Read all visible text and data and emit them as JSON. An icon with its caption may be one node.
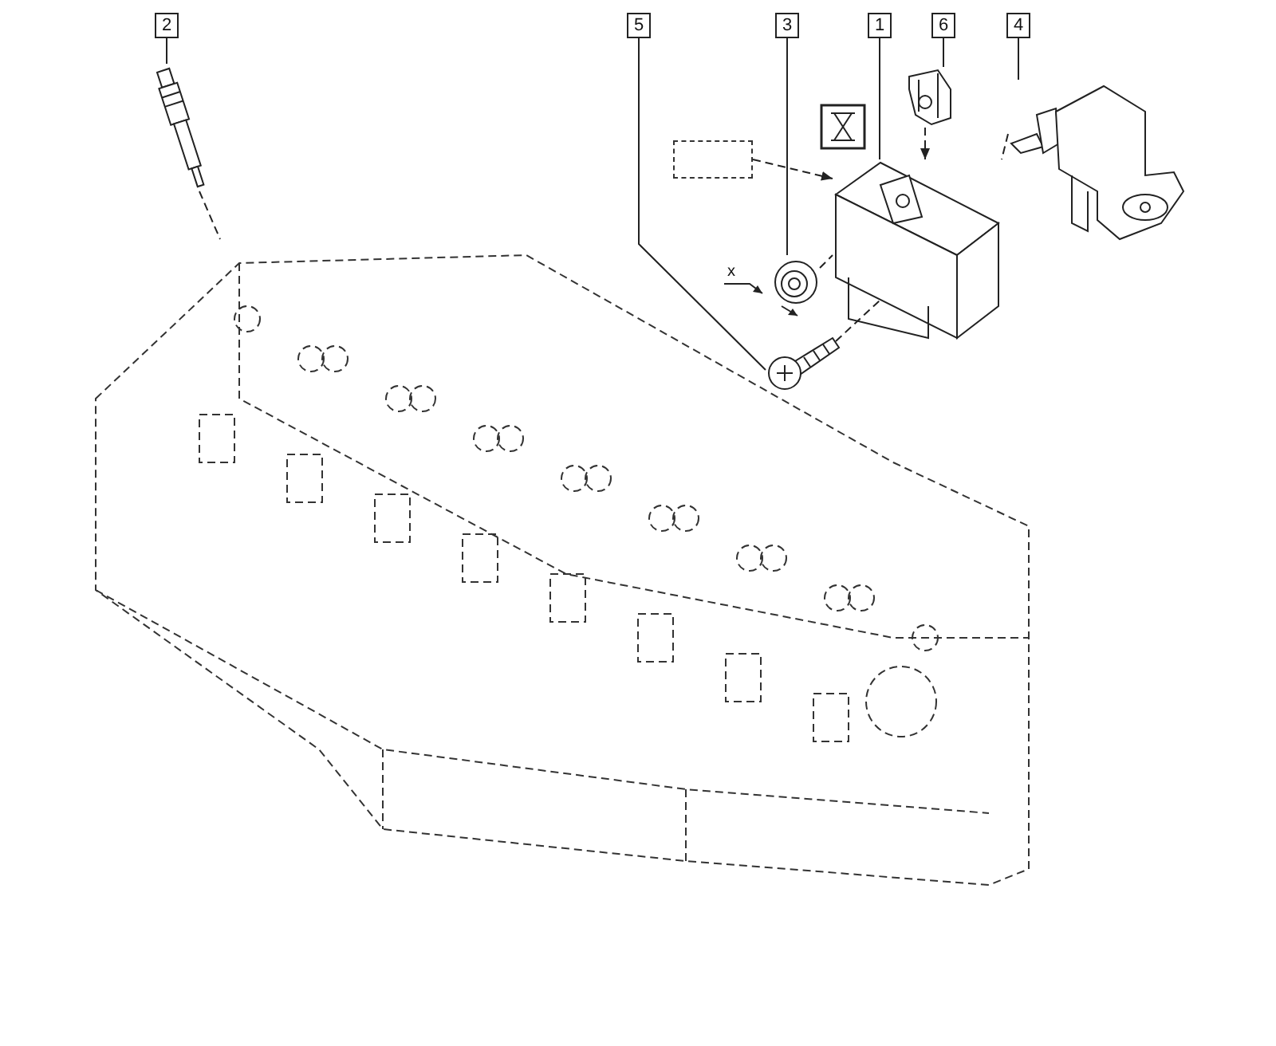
{
  "diagram": {
    "nodes": [
      {
        "text": [
          "2"
        ]
      },
      {
        "text": [
          "5"
        ]
      },
      {
        "text": [
          "3"
        ]
      },
      {
        "text": [
          "1"
        ]
      },
      {
        "text": [
          "6"
        ]
      },
      {
        "text": [
          "4"
        ]
      },
      {
        "text": [],
        "shape": "picture"
      },
      {
        "text": [],
        "shape": "picture"
      },
      {
        "text": [],
        "shape": "picture"
      },
      {
        "text": [],
        "shape": "picture"
      },
      {
        "text": [],
        "shape": "picture"
      },
      {
        "text": [],
        "shape": "picture"
      },
      {
        "text": [],
        "shape": "box"
      },
      {
        "text": [],
        "shape": "picture"
      }
    ],
    "edges": [
      {
        "from": 0,
        "to": 6,
        "arrow": "none"
      },
      {
        "from": 1,
        "to": 7,
        "arrow": "none"
      },
      {
        "from": 2,
        "to": 8,
        "arrow": "none"
      },
      {
        "from": 3,
        "to": 9,
        "arrow": "none"
      },
      {
        "from": 4,
        "to": 10,
        "arrow": "none"
      },
      {
        "from": 5,
        "to": 11,
        "arrow": "none"
      },
      {
        "from": 12,
        "to": 9,
        "arrow": "to",
        "style": "dashed"
      },
      {
        "from": 6,
        "to": 13,
        "arrow": "none",
        "style": "dashed"
      },
      {
        "from": 10,
        "to": 9,
        "arrow": "to",
        "style": "dashed"
      },
      {
        "from": 11,
        "to": 9,
        "arrow": "none",
        "style": "dashed"
      },
      {
        "from": 8,
        "to": 9,
        "arrow": "none",
        "style": "dashed"
      },
      {
        "from": 7,
        "to": 9,
        "arrow": "none",
        "style": "dashed"
      }
    ],
    "labels": [
      "x"
    ]
  }
}
